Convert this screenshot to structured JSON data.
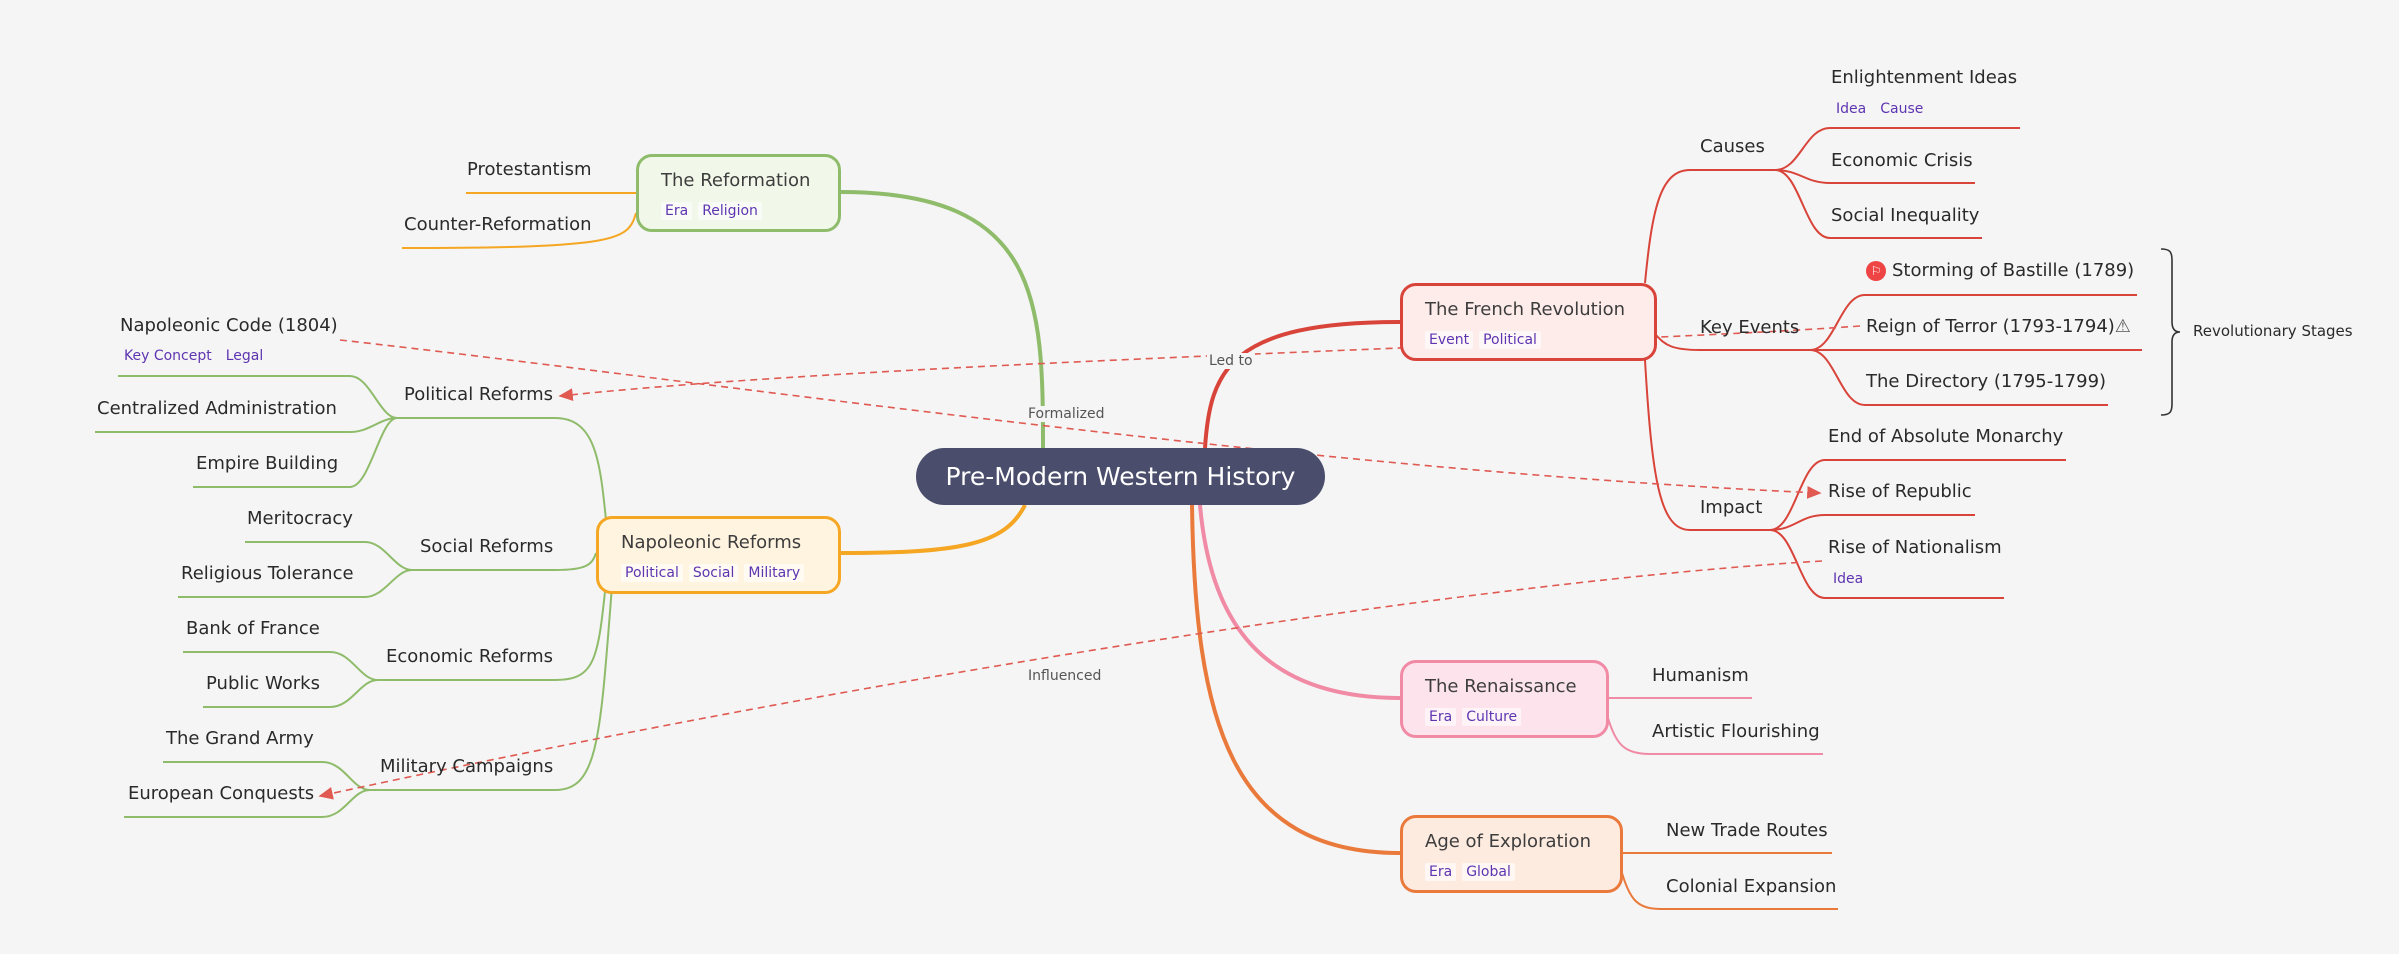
{
  "root": {
    "title": "Pre-Modern Western History"
  },
  "colors": {
    "reformation": "#8fbc6b",
    "napoleonic": "#f5a623",
    "french": "#d9443a",
    "renaissance": "#f08aa5",
    "exploration": "#ea7a3c",
    "relationship": "#e05a52",
    "boundary": "#333333"
  },
  "reformation": {
    "title": "The Reformation",
    "tags": [
      "Era",
      "Religion"
    ],
    "children": [
      "Protestantism",
      "Counter-Reformation"
    ]
  },
  "napoleonic": {
    "title": "Napoleonic Reforms",
    "tags": [
      "Political",
      "Social",
      "Military"
    ],
    "political": {
      "label": "Political Reforms",
      "children": [
        {
          "label": "Napoleonic Code (1804)",
          "tags": [
            "Key Concept",
            "Legal"
          ]
        },
        {
          "label": "Centralized Administration"
        },
        {
          "label": "Empire Building"
        }
      ]
    },
    "social": {
      "label": "Social Reforms",
      "children": [
        "Meritocracy",
        "Religious Tolerance"
      ]
    },
    "economic": {
      "label": "Economic Reforms",
      "children": [
        "Bank of France",
        "Public Works"
      ]
    },
    "military": {
      "label": "Military Campaigns",
      "children": [
        "The Grand Army",
        "European Conquests"
      ]
    }
  },
  "french": {
    "title": "The French Revolution",
    "tags": [
      "Event",
      "Political"
    ],
    "causes": {
      "label": "Causes",
      "children": [
        {
          "label": "Enlightenment Ideas",
          "tags": [
            "Idea",
            "Cause"
          ]
        },
        {
          "label": "Economic Crisis"
        },
        {
          "label": "Social Inequality"
        }
      ]
    },
    "key_events": {
      "label": "Key Events",
      "children": [
        {
          "label": "Storming of Bastille (1789)",
          "icon": "flag-icon"
        },
        {
          "label": "Reign of Terror (1793-1794)",
          "icon": "warning-icon",
          "icon_glyph": "⚠"
        },
        {
          "label": "The Directory (1795-1799)"
        }
      ],
      "boundary_label": "Revolutionary Stages"
    },
    "impact": {
      "label": "Impact",
      "children": [
        {
          "label": "End of Absolute Monarchy"
        },
        {
          "label": "Rise of Republic"
        },
        {
          "label": "Rise of Nationalism",
          "tags": [
            "Idea"
          ]
        }
      ]
    }
  },
  "renaissance": {
    "title": "The Renaissance",
    "tags": [
      "Era",
      "Culture"
    ],
    "children": [
      "Humanism",
      "Artistic Flourishing"
    ]
  },
  "exploration": {
    "title": "Age of Exploration",
    "tags": [
      "Era",
      "Global"
    ],
    "children": [
      "New Trade Routes",
      "Colonial Expansion"
    ]
  },
  "relationships": {
    "led_to": "Led to",
    "formalized": "Formalized",
    "influenced": "Influenced"
  }
}
